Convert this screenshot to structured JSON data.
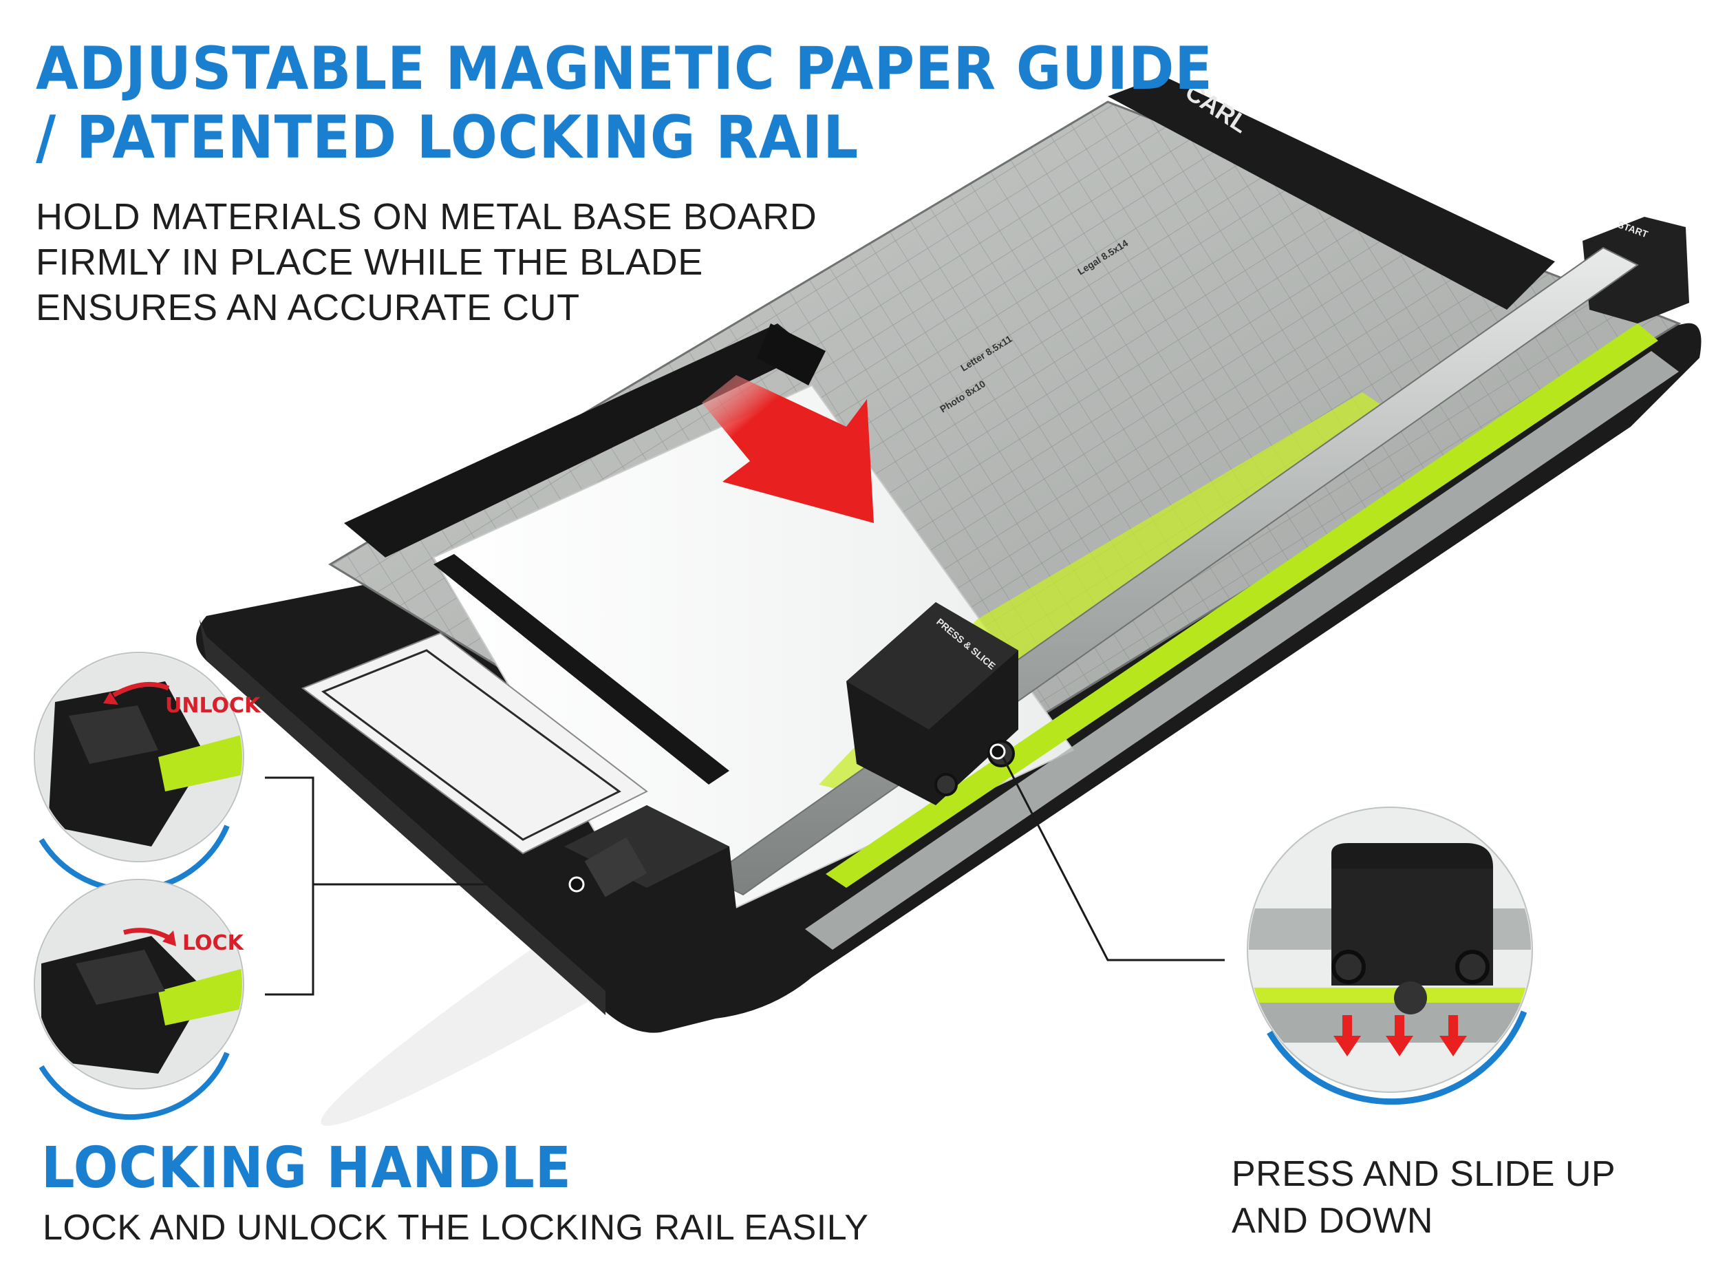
{
  "headline_top": {
    "line1": "ADJUSTABLE MAGNETIC PAPER GUIDE",
    "line2": "/ PATENTED LOCKING RAIL"
  },
  "description_top": {
    "line1": "HOLD MATERIALS ON METAL BASE BOARD",
    "line2": "FIRMLY IN PLACE WHILE THE BLADE",
    "line3": "ENSURES AN ACCURATE CUT"
  },
  "headline_bottom": "LOCKING HANDLE",
  "description_bottom": "LOCK AND UNLOCK THE LOCKING RAIL EASILY",
  "description_right": {
    "line1": "PRESS AND SLIDE UP",
    "line2": "AND DOWN"
  },
  "callouts": {
    "unlock": "UNLOCK",
    "lock": "LOCK"
  },
  "product": {
    "brand": "CARL",
    "start_label": "START",
    "cutter_label": "PRESS & SLICE",
    "size_labels": [
      "Legal 8.5x14",
      "Letter 8.5x11",
      "Photo 8x10"
    ]
  },
  "colors": {
    "accent_blue": "#1a7fcf",
    "arrow_red": "#e8201f",
    "rail_green": "#b7e61c",
    "base_dark": "#1b1b1b"
  }
}
